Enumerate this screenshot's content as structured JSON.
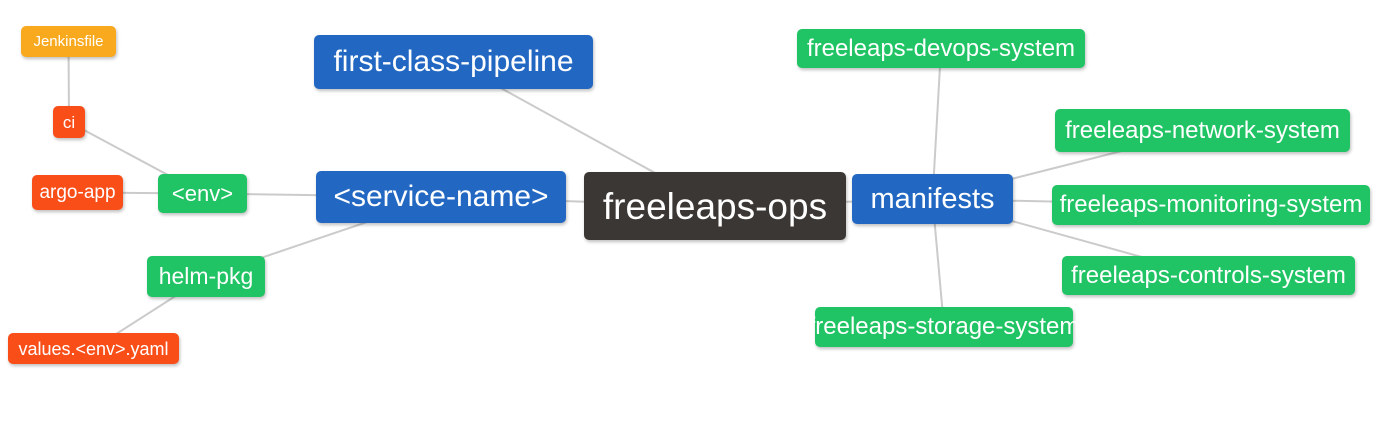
{
  "diagram": {
    "type": "mindmap",
    "root_label": "freeleaps-ops",
    "nodes": [
      {
        "id": "jenkinsfile",
        "label": "Jenkinsfile",
        "color": "orange"
      },
      {
        "id": "ci",
        "label": "ci",
        "color": "red"
      },
      {
        "id": "argo-app",
        "label": "argo-app",
        "color": "red"
      },
      {
        "id": "env",
        "label": "<env>",
        "color": "green"
      },
      {
        "id": "first-class-pipeline",
        "label": "first-class-pipeline",
        "color": "blue"
      },
      {
        "id": "service-name",
        "label": "<service-name>",
        "color": "blue"
      },
      {
        "id": "freeleaps-ops",
        "label": "freeleaps-ops",
        "color": "dark"
      },
      {
        "id": "manifests",
        "label": "manifests",
        "color": "blue"
      },
      {
        "id": "helm-pkg",
        "label": "helm-pkg",
        "color": "green"
      },
      {
        "id": "values-env-yaml",
        "label": "values.<env>.yaml",
        "color": "red"
      },
      {
        "id": "freeleaps-devops-system",
        "label": "freeleaps-devops-system",
        "color": "green"
      },
      {
        "id": "freeleaps-network-system",
        "label": "freeleaps-network-system",
        "color": "green"
      },
      {
        "id": "freeleaps-monitoring-system",
        "label": "freeleaps-monitoring-system",
        "color": "green"
      },
      {
        "id": "freeleaps-controls-system",
        "label": "freeleaps-controls-system",
        "color": "green"
      },
      {
        "id": "freeleaps-storage-system",
        "label": "freeleaps-storage-system",
        "color": "green"
      }
    ],
    "edges": [
      {
        "from": "jenkinsfile",
        "to": "ci"
      },
      {
        "from": "ci",
        "to": "env"
      },
      {
        "from": "argo-app",
        "to": "env"
      },
      {
        "from": "env",
        "to": "service-name"
      },
      {
        "from": "helm-pkg",
        "to": "service-name"
      },
      {
        "from": "values-env-yaml",
        "to": "helm-pkg"
      },
      {
        "from": "service-name",
        "to": "freeleaps-ops"
      },
      {
        "from": "first-class-pipeline",
        "to": "freeleaps-ops"
      },
      {
        "from": "freeleaps-ops",
        "to": "manifests"
      },
      {
        "from": "manifests",
        "to": "freeleaps-devops-system"
      },
      {
        "from": "manifests",
        "to": "freeleaps-network-system"
      },
      {
        "from": "manifests",
        "to": "freeleaps-monitoring-system"
      },
      {
        "from": "manifests",
        "to": "freeleaps-controls-system"
      },
      {
        "from": "manifests",
        "to": "freeleaps-storage-system"
      }
    ]
  },
  "colors": {
    "orange": "#F9A91E",
    "red": "#FA4E19",
    "green": "#20C464",
    "blue": "#2268C3",
    "dark": "#3B3735",
    "edge": "#CBCBCB",
    "text": "#FFFFFF",
    "background": "#FFFFFF"
  }
}
